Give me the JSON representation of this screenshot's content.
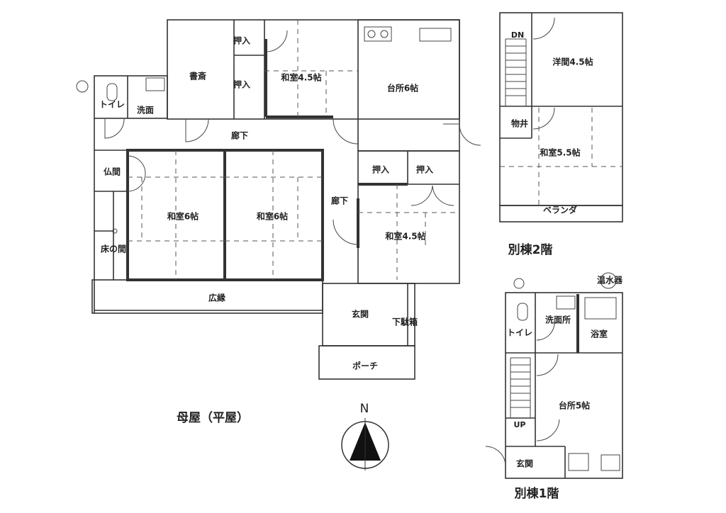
{
  "main_house": {
    "title": "母屋（平屋）",
    "rooms": {
      "study": "書斎",
      "closet_1": "押入",
      "closet_2": "押入",
      "washitsu_45_top": "和室4.5帖",
      "kitchen": "台所6帖",
      "toilet": "トイレ",
      "washroom": "洗面",
      "corridor_1": "廊下",
      "butsuma": "仏間",
      "tokonoma": "床の間",
      "washitsu_6_left": "和室6帖",
      "washitsu_6_right": "和室6帖",
      "corridor_2": "廊下",
      "closet_3": "押入",
      "closet_4": "押入",
      "washitsu_45_bottom": "和室4.5帖",
      "hiroen": "広縁",
      "entrance": "玄関",
      "shoe_cabinet": "下駄箱",
      "porch": "ポーチ"
    }
  },
  "compass": {
    "label": "N"
  },
  "annex_2f": {
    "title": "別棟2階",
    "rooms": {
      "stairs": "DN",
      "youma": "洋間4.5帖",
      "storage": "物井",
      "washitsu": "和室5.5帖",
      "veranda": "ベランダ"
    }
  },
  "annex_1f": {
    "title": "別棟1階",
    "rooms": {
      "water_heater": "温水器",
      "toilet": "トイレ",
      "washroom": "洗面所",
      "bath": "浴室",
      "kitchen": "台所5帖",
      "stairs": "UP",
      "entrance": "玄関"
    }
  }
}
